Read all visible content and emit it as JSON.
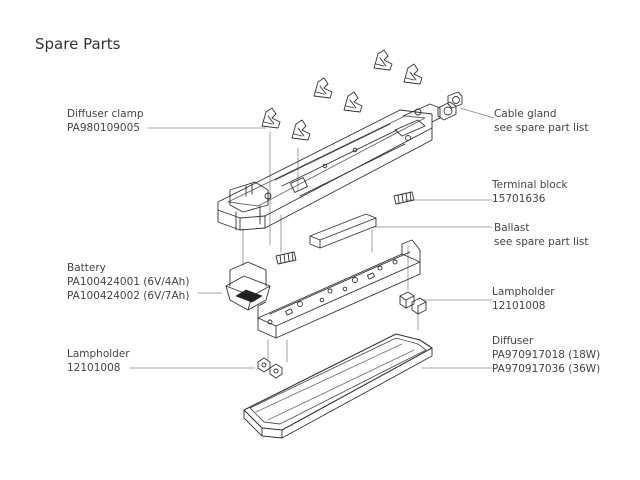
{
  "title": "Spare Parts",
  "labels": {
    "diffuser_clamp": [
      "Diffuser clamp",
      "PA980109005"
    ],
    "cable_gland": [
      "Cable gland",
      "see spare part list"
    ],
    "terminal_block": [
      "Terminal block",
      "15701636"
    ],
    "ballast": [
      "Ballast",
      "see spare part list"
    ],
    "battery": [
      "Battery",
      "PA100424001 (6V/4Ah)",
      "PA100424002 (6V/7Ah)"
    ],
    "lampholder_right": [
      "Lampholder",
      "12101008"
    ],
    "lampholder_left": [
      "Lampholder",
      "12101008"
    ],
    "diffuser": [
      "Diffuser",
      "PA970917018 (18W)",
      "PA970917036 (36W)"
    ]
  }
}
